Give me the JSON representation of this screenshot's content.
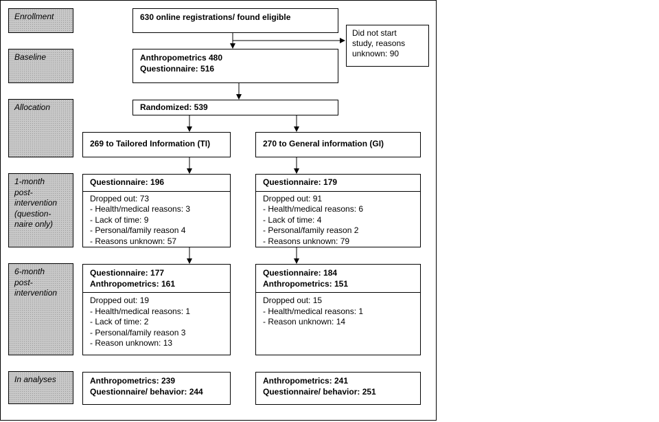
{
  "stages": {
    "enrollment": "Enrollment",
    "baseline": "Baseline",
    "allocation": "Allocation",
    "one_month": [
      "1-month",
      "post-",
      "intervention",
      "(question-",
      "naire only)"
    ],
    "six_month": [
      "6-month",
      "post-",
      "intervention"
    ],
    "analyses": "In analyses"
  },
  "enrollment_box": "630 online registrations/ found eligible",
  "not_started": [
    "Did not start",
    "study, reasons",
    "unknown: 90"
  ],
  "baseline_box": [
    "Anthropometrics 480",
    "Questionnaire: 516"
  ],
  "randomized": "Randomized: 539",
  "arms": {
    "ti": "269 to Tailored Information (TI)",
    "gi": "270 to General information (GI)"
  },
  "one_month": {
    "ti": {
      "header": "Questionnaire: 196",
      "lines": [
        "Dropped out: 73",
        "- Health/medical reasons: 3",
        "- Lack of time: 9",
        "- Personal/family reason 4",
        "- Reasons unknown: 57"
      ]
    },
    "gi": {
      "header": "Questionnaire: 179",
      "lines": [
        "Dropped out: 91",
        "- Health/medical reasons: 6",
        "- Lack of time: 4",
        "- Personal/family reason 2",
        "- Reasons unknown: 79"
      ]
    }
  },
  "six_month": {
    "ti": {
      "header": [
        "Questionnaire: 177",
        "Anthropometrics: 161"
      ],
      "lines": [
        "Dropped out: 19",
        "- Health/medical reasons: 1",
        "- Lack of time: 2",
        "- Personal/family reason 3",
        "- Reason unknown: 13"
      ]
    },
    "gi": {
      "header": [
        "Questionnaire: 184",
        "Anthropometrics: 151"
      ],
      "lines": [
        "Dropped out: 15",
        "- Health/medical reasons: 1",
        "- Reason unknown: 14"
      ]
    }
  },
  "analyses": {
    "ti": [
      "Anthropometrics: 239",
      "Questionnaire/ behavior: 244"
    ],
    "gi": [
      "Anthropometrics: 241",
      "Questionnaire/ behavior: 251"
    ]
  }
}
